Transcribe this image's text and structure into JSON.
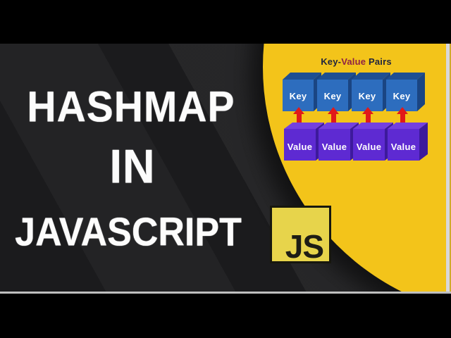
{
  "headline": {
    "line1": "HASHMAP",
    "line2": "IN",
    "line3": "JAVASCRIPT"
  },
  "diagram": {
    "title": {
      "part1": "Key-",
      "part2": "Value",
      "part3": " Pairs"
    },
    "key_cells": [
      "Key",
      "Key",
      "Key",
      "Key"
    ],
    "value_cells": [
      "Value",
      "Value",
      "Value",
      "Value"
    ]
  },
  "logo": {
    "text": "JS"
  },
  "colors": {
    "background_dark": "#1b1b1d",
    "blob_yellow": "#f3c41a",
    "logo_yellow": "#e7d44b",
    "key_blue": "#2d6dbe",
    "value_purple": "#5e2ad2",
    "arrow_red": "#e01a1a",
    "title_dark": "#22253d",
    "title_maroon": "#8e2145",
    "headline_white": "#fcfcfc"
  }
}
